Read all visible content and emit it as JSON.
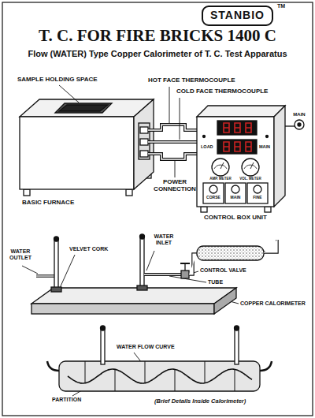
{
  "diagram": {
    "title": "T. C. FOR FIRE BRICKS 1400 C",
    "nodes": [
      {
        "text": [
          "STANBIO"
        ]
      }
    ],
    "labels": [
      "Flow (WATER) Type Copper Calorimeter of T. C. Test Apparatus",
      "TM",
      "SAMPLE HOLDING SPACE",
      "HOT FACE THERMOCOUPLE",
      "COLD FACE THERMOCOUPLE",
      "LOAD",
      "MAIN",
      "AMP. METER",
      "VOL. METER",
      "CORSE",
      "MAIN",
      "FINE",
      "MAIN",
      "POWER CONNECTION",
      "BASIC FURNACE",
      "CONTROL BOX UNIT",
      "WATER OUTLET",
      "VELVET CORK",
      "WATER INLET",
      "CONTROL VALVE",
      "TUBE",
      "COPPER CALORIMETER",
      "WATER FLOW CURVE",
      "PARTITION",
      "(Brief Details Inside Calorimeter)"
    ]
  }
}
